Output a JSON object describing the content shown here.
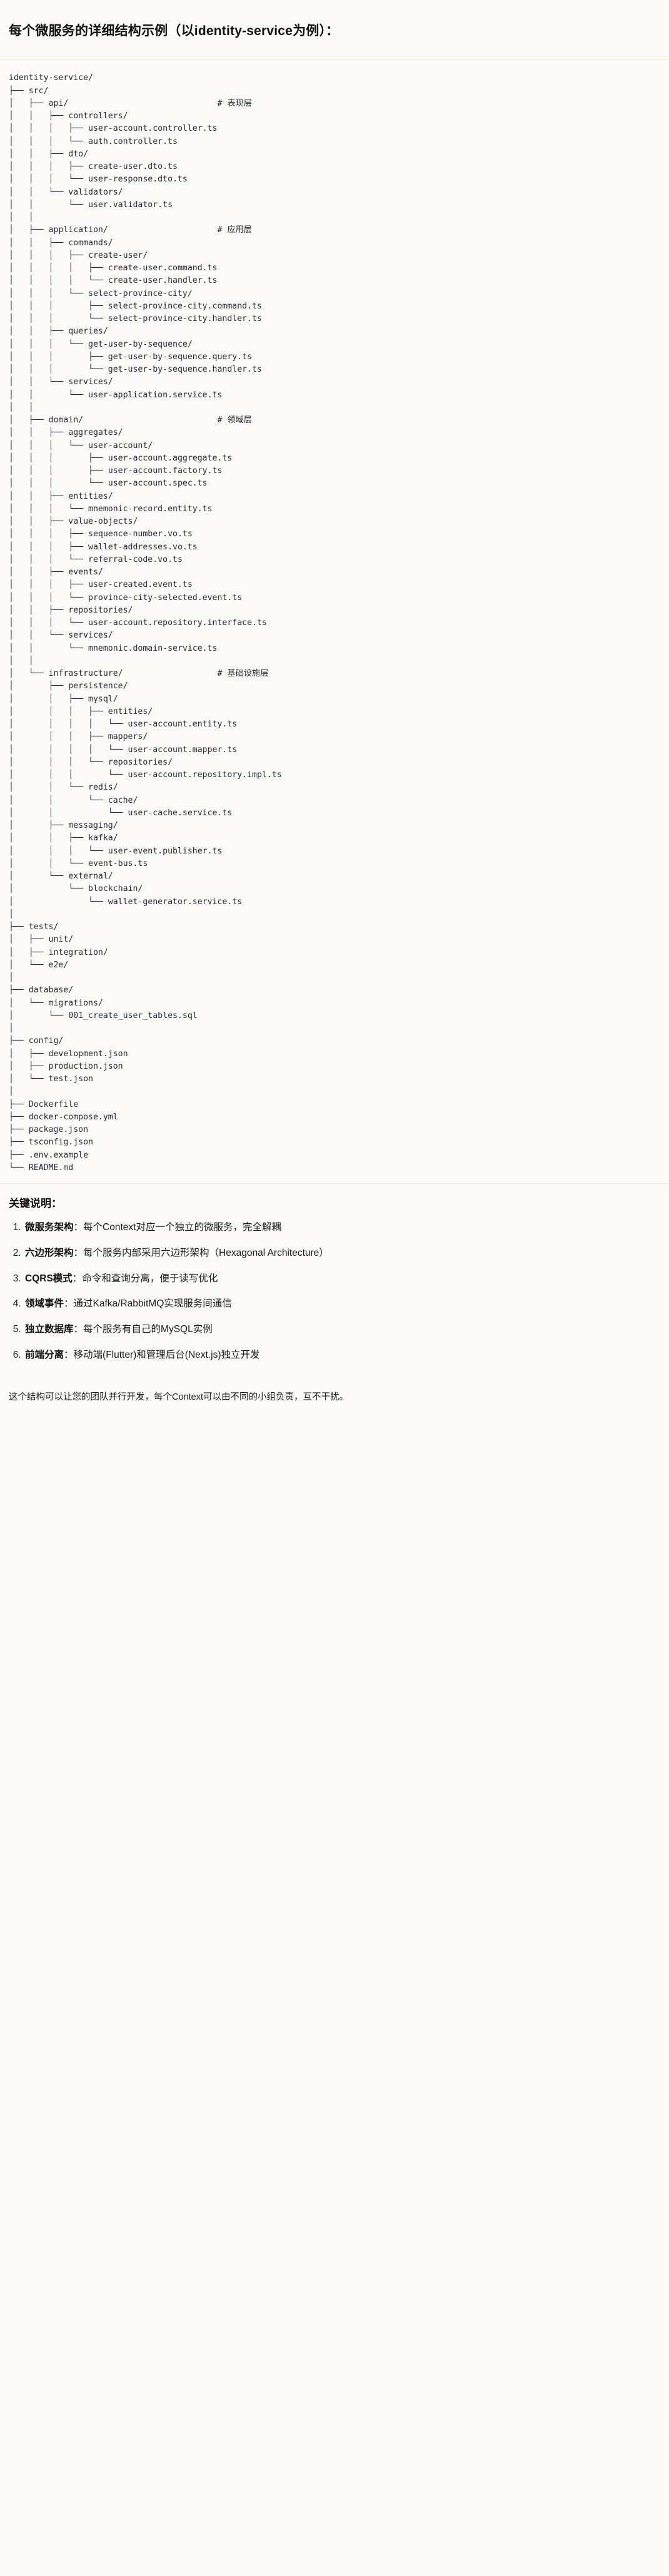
{
  "document": {
    "title": "每个微服务的详细结构示例（以identity-service为例）：",
    "tree_root": "identity-service/",
    "tree_text": "identity-service/\n├── src/\n│   ├── api/                              # 表现层\n│   │   ├── controllers/\n│   │   │   ├── user-account.controller.ts\n│   │   │   └── auth.controller.ts\n│   │   ├── dto/\n│   │   │   ├── create-user.dto.ts\n│   │   │   └── user-response.dto.ts\n│   │   └── validators/\n│   │       └── user.validator.ts\n│   │\n│   ├── application/                      # 应用层\n│   │   ├── commands/\n│   │   │   ├── create-user/\n│   │   │   │   ├── create-user.command.ts\n│   │   │   │   └── create-user.handler.ts\n│   │   │   └── select-province-city/\n│   │   │       ├── select-province-city.command.ts\n│   │   │       └── select-province-city.handler.ts\n│   │   ├── queries/\n│   │   │   └── get-user-by-sequence/\n│   │   │       ├── get-user-by-sequence.query.ts\n│   │   │       └── get-user-by-sequence.handler.ts\n│   │   └── services/\n│   │       └── user-application.service.ts\n│   │\n│   ├── domain/                           # 领域层\n│   │   ├── aggregates/\n│   │   │   └── user-account/\n│   │   │       ├── user-account.aggregate.ts\n│   │   │       ├── user-account.factory.ts\n│   │   │       └── user-account.spec.ts\n│   │   ├── entities/\n│   │   │   └── mnemonic-record.entity.ts\n│   │   ├── value-objects/\n│   │   │   ├── sequence-number.vo.ts\n│   │   │   ├── wallet-addresses.vo.ts\n│   │   │   └── referral-code.vo.ts\n│   │   ├── events/\n│   │   │   ├── user-created.event.ts\n│   │   │   └── province-city-selected.event.ts\n│   │   ├── repositories/\n│   │   │   └── user-account.repository.interface.ts\n│   │   └── services/\n│   │       └── mnemonic.domain-service.ts\n│   │\n│   └── infrastructure/                   # 基础设施层\n│       ├── persistence/\n│       │   ├── mysql/\n│       │   │   ├── entities/\n│       │   │   │   └── user-account.entity.ts\n│       │   │   ├── mappers/\n│       │   │   │   └── user-account.mapper.ts\n│       │   │   └── repositories/\n│       │   │       └── user-account.repository.impl.ts\n│       │   └── redis/\n│       │       └── cache/\n│       │           └── user-cache.service.ts\n│       ├── messaging/\n│       │   ├── kafka/\n│       │   │   └── user-event.publisher.ts\n│       │   └── event-bus.ts\n│       └── external/\n│           └── blockchain/\n│               └── wallet-generator.service.ts\n│\n├── tests/\n│   ├── unit/\n│   ├── integration/\n│   └── e2e/\n│\n├── database/\n│   └── migrations/\n│       └── 001_create_user_tables.sql\n│\n├── config/\n│   ├── development.json\n│   ├── production.json\n│   └── test.json\n│\n├── Dockerfile\n├── docker-compose.yml\n├── package.json\n├── tsconfig.json\n├── .env.example\n└── README.md",
    "layer_comments": [
      {
        "path": "api/",
        "comment": "# 表现层"
      },
      {
        "path": "application/",
        "comment": "# 应用层"
      },
      {
        "path": "domain/",
        "comment": "# 领域层"
      },
      {
        "path": "infrastructure/",
        "comment": "# 基础设施层"
      }
    ],
    "notes_heading": "关键说明：",
    "notes": [
      {
        "index": "1",
        "term": "微服务架构",
        "separator": "：",
        "desc": "每个Context对应一个独立的微服务，完全解耦"
      },
      {
        "index": "2",
        "term": "六边形架构",
        "separator": "：",
        "desc": "每个服务内部采用六边形架构（Hexagonal Architecture）"
      },
      {
        "index": "3",
        "term": "CQRS模式",
        "separator": "：",
        "desc": "命令和查询分离，便于读写优化"
      },
      {
        "index": "4",
        "term": "领域事件",
        "separator": "：",
        "desc": "通过Kafka/RabbitMQ实现服务间通信"
      },
      {
        "index": "5",
        "term": "独立数据库",
        "separator": "：",
        "desc": "每个服务有自己的MySQL实例"
      },
      {
        "index": "6",
        "term": "前端分离",
        "separator": "：",
        "desc": "移动端(Flutter)和管理后台(Next.js)独立开发"
      }
    ],
    "closing": "这个结构可以让您的团队并行开发，每个Context可以由不同的小组负责，互不干扰。"
  }
}
